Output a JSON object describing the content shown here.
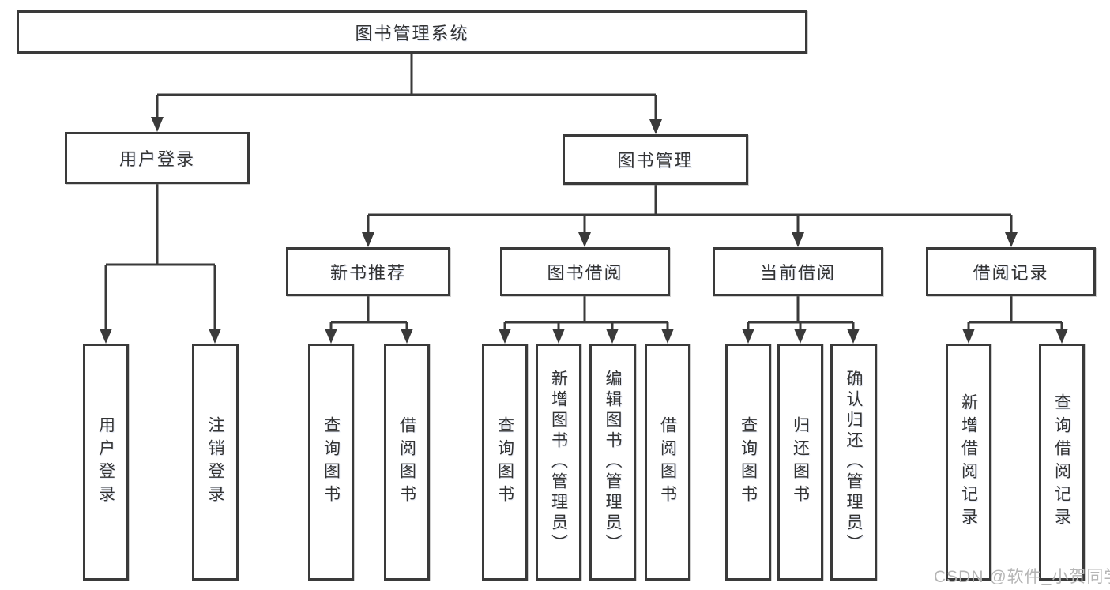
{
  "diagram": {
    "watermark": "CSDN @软件_小贺同学",
    "colors": {
      "line": "#3a3a3a",
      "text": "#333333",
      "background": "#ffffff",
      "watermark": "#b5b5b5"
    },
    "tree": {
      "label": "图书管理系统",
      "children": [
        {
          "label": "用户登录",
          "children": [
            {
              "label": "用户登录"
            },
            {
              "label": "注销登录"
            }
          ]
        },
        {
          "label": "图书管理",
          "children": [
            {
              "label": "新书推荐",
              "children": [
                {
                  "label": "查询图书"
                },
                {
                  "label": "借阅图书"
                }
              ]
            },
            {
              "label": "图书借阅",
              "children": [
                {
                  "label": "查询图书"
                },
                {
                  "label": "新增图书（管理员）"
                },
                {
                  "label": "编辑图书（管理员）"
                },
                {
                  "label": "借阅图书"
                }
              ]
            },
            {
              "label": "当前借阅",
              "children": [
                {
                  "label": "查询图书"
                },
                {
                  "label": "归还图书"
                },
                {
                  "label": "确认归还（管理员）"
                }
              ]
            },
            {
              "label": "借阅记录",
              "children": [
                {
                  "label": "新增借阅记录"
                },
                {
                  "label": "查询借阅记录"
                }
              ]
            }
          ]
        }
      ]
    }
  }
}
